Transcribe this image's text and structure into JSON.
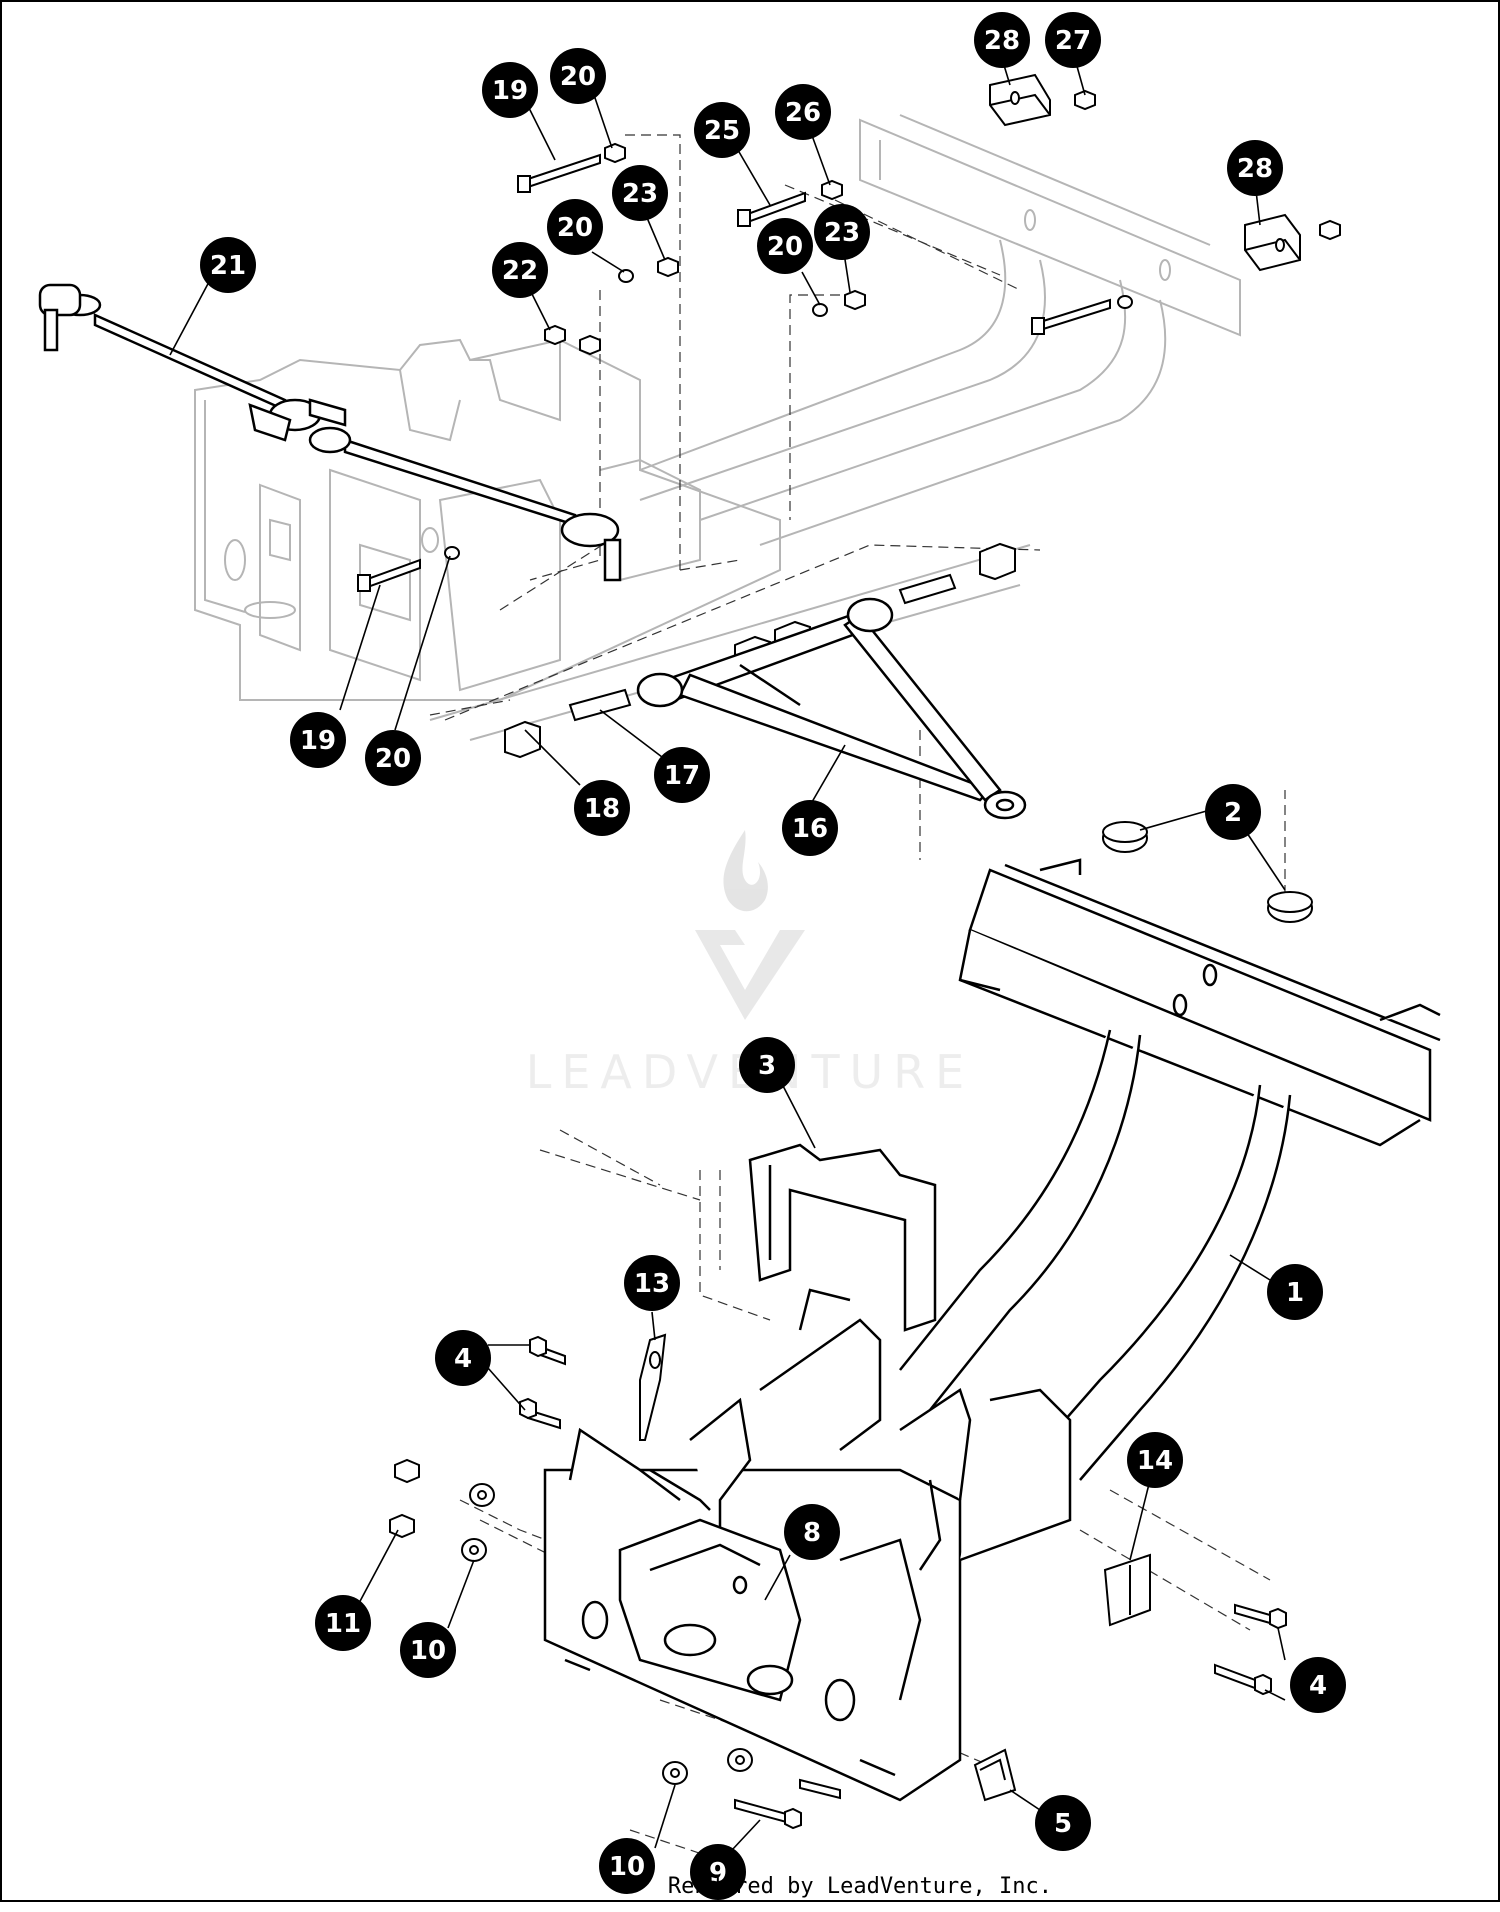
{
  "watermark": {
    "brand": "LEADVENTURE"
  },
  "footer": {
    "rendered_by": "Rendered by LeadVenture, Inc."
  },
  "callouts": [
    {
      "id": "c28a",
      "label": "28"
    },
    {
      "id": "c27",
      "label": "27"
    },
    {
      "id": "c19a",
      "label": "19"
    },
    {
      "id": "c20a",
      "label": "20"
    },
    {
      "id": "c25",
      "label": "25"
    },
    {
      "id": "c26",
      "label": "26"
    },
    {
      "id": "c28b",
      "label": "28"
    },
    {
      "id": "c21",
      "label": "21"
    },
    {
      "id": "c20b",
      "label": "20"
    },
    {
      "id": "c23a",
      "label": "23"
    },
    {
      "id": "c22",
      "label": "22"
    },
    {
      "id": "c20c",
      "label": "20"
    },
    {
      "id": "c23b",
      "label": "23"
    },
    {
      "id": "c19b",
      "label": "19"
    },
    {
      "id": "c20d",
      "label": "20"
    },
    {
      "id": "c18",
      "label": "18"
    },
    {
      "id": "c17",
      "label": "17"
    },
    {
      "id": "c16",
      "label": "16"
    },
    {
      "id": "c2",
      "label": "2"
    },
    {
      "id": "c3",
      "label": "3"
    },
    {
      "id": "c1",
      "label": "1"
    },
    {
      "id": "c13",
      "label": "13"
    },
    {
      "id": "c4a",
      "label": "4"
    },
    {
      "id": "c14",
      "label": "14"
    },
    {
      "id": "c8",
      "label": "8"
    },
    {
      "id": "c11",
      "label": "11"
    },
    {
      "id": "c10a",
      "label": "10"
    },
    {
      "id": "c4b",
      "label": "4"
    },
    {
      "id": "c5",
      "label": "5"
    },
    {
      "id": "c10b",
      "label": "10"
    },
    {
      "id": "c9",
      "label": "9"
    }
  ]
}
